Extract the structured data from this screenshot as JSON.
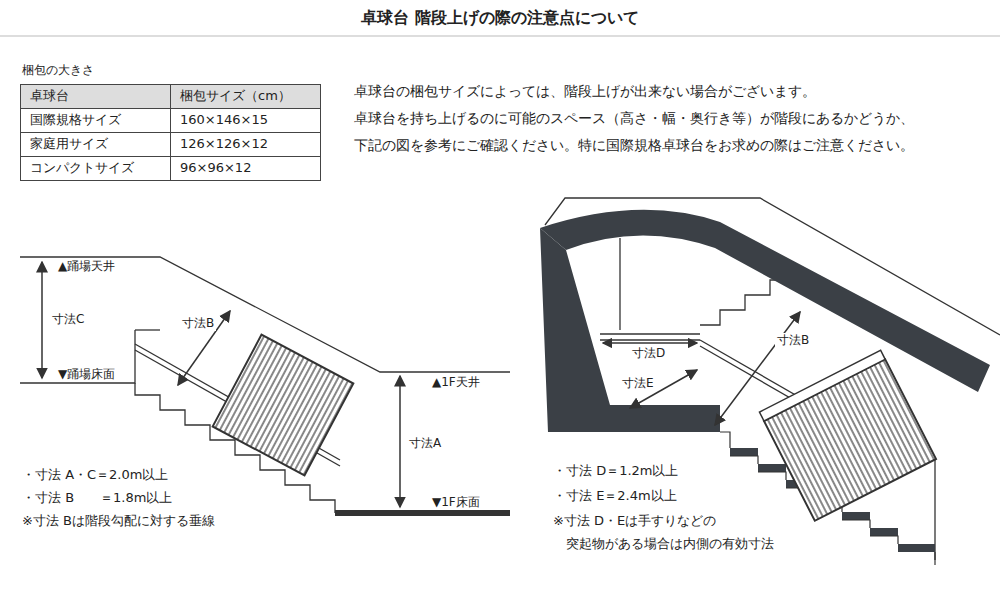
{
  "diagram": {
    "title": "卓球台 階段上げの際の注意点について",
    "labels": [
      "梱包の大きさ",
      "卓球台",
      "梱包サイズ（cm）",
      "国際規格サイズ",
      "160×146×15",
      "家庭用サイズ",
      "126×126×12",
      "コンパクトサイズ",
      "96×96×12",
      "卓球台の梱包サイズによっては、階段上げが出来ない場合がございます。",
      "卓球台を持ち上げるのに可能のスペース（高さ・幅・奥行き等）が階段にあるかどうか、",
      "下記の図を参考にご確認ください。特に国際規格卓球台をお求めの際はご注意ください。",
      "▲踊場天井",
      "寸法C",
      "▼踊場床面",
      "寸法B",
      "▲1F天井",
      "寸法A",
      "▼1F床面",
      "・寸法 A・C＝2.0m以上",
      "・寸法 B　　＝1.8m以上",
      "※寸法 Bは階段勾配に対する垂線",
      "寸法D",
      "寸法E",
      "寸法B",
      "・寸法 D＝1.2m以上",
      "・寸法 E＝2.4m以上",
      "※寸法 D・Eは手すりなどの",
      "突起物がある場合は内側の有効寸法"
    ]
  }
}
